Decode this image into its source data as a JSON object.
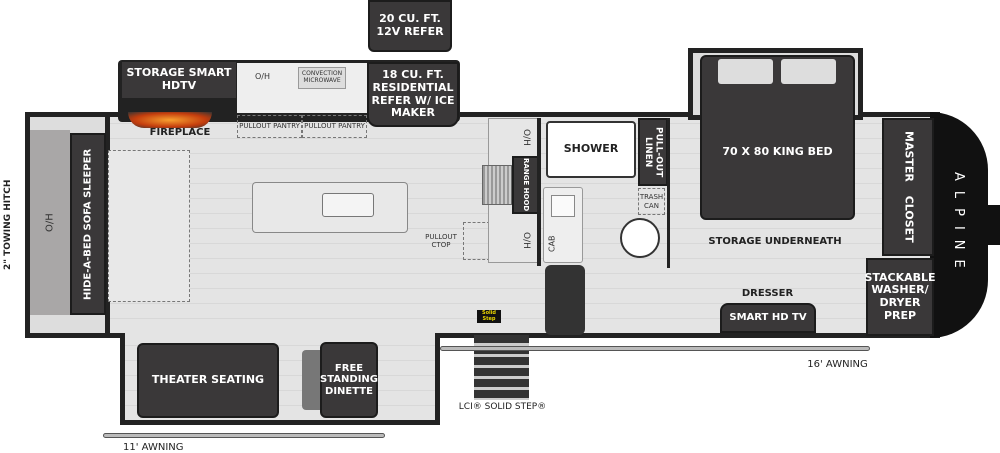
{
  "labels": {
    "refer_12v": "20 CU. FT. 12V REFER",
    "storage_tv": "STORAGE SMART HDTV",
    "oh": "O/H",
    "microwave": "CONVECTION MICROWAVE",
    "res_refer": "18 CU. FT. RESIDENTIAL REFER W/ ICE MAKER",
    "fireplace": "FIREPLACE",
    "pantry": "PULLOUT PANTRY",
    "sofa": "HIDE-A-BED SOFA SLEEPER",
    "hitch": "2\" TOWING HITCH",
    "ctop": "PULLOUT CTOP",
    "range_hood": "RANGE HOOD",
    "shower": "SHOWER",
    "linen": "PULL-OUT LINEN",
    "trash": "TRASH CAN",
    "cab": "CAB",
    "bed": "70 X 80 KING BED",
    "storage_under": "STORAGE UNDERNEATH",
    "closet": "MASTER CLOSET",
    "washer": "STACKABLE WASHER/ DRYER PREP",
    "dresser": "DRESSER",
    "dresser_tv": "SMART HD TV",
    "brand": "ALPINE",
    "theater": "THEATER SEATING",
    "dinette": "FREE STANDING DINETTE",
    "step": "LCI® SOLID STEP®",
    "awning_16": "16' AWNING",
    "awning_11": "11' AWNING",
    "solid_step_logo": "Solid Step"
  },
  "colors": {
    "wall": "#222222",
    "furniture": "#3a3839",
    "floor": "#e0e0e0",
    "fire": "#f08020"
  }
}
